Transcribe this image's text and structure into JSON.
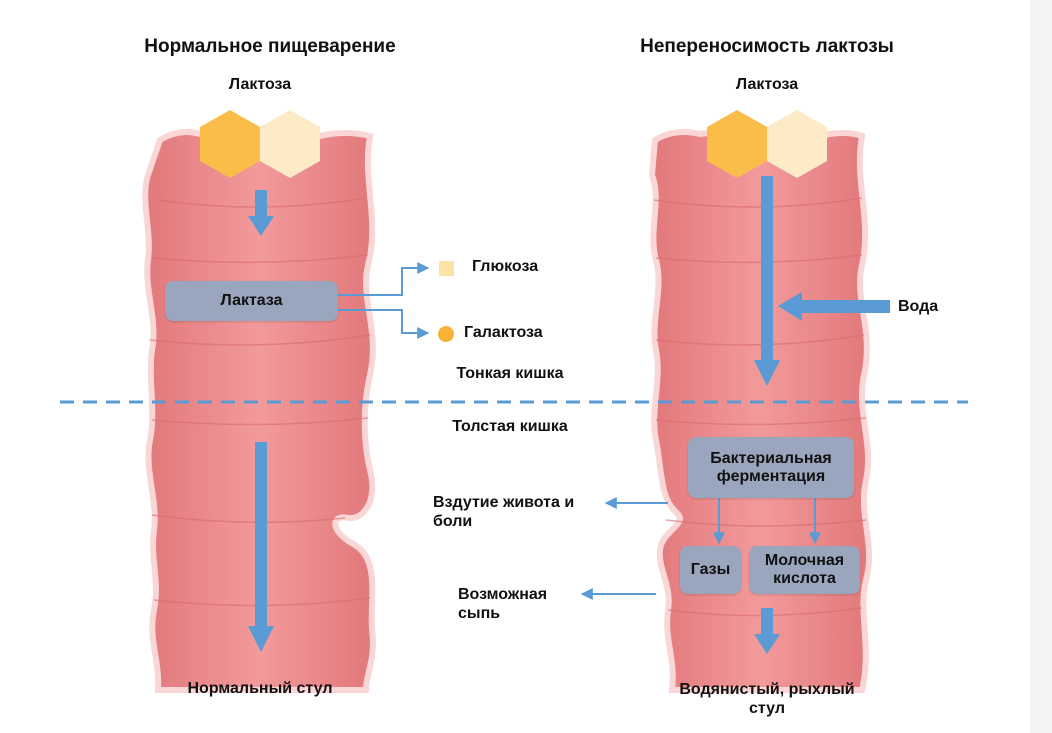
{
  "left": {
    "title": "Нормальное пищеварение",
    "lactose_label": "Лактоза",
    "enzyme_box": "Лактаза",
    "glucose_label": "Глюкоза",
    "galactose_label": "Галактоза",
    "outcome_label": "Нормальный стул"
  },
  "right": {
    "title": "Непереносимость лактозы",
    "lactose_label": "Лактоза",
    "water_label": "Вода",
    "fermentation_box": "Бактериальная ферментация",
    "gases_box": "Газы",
    "lactic_acid_box": "Молочная кислота",
    "bloating_label": "Вздутие живота и боли",
    "rash_label": "Возможная сыпь",
    "outcome_label": "Водянистый, рыхлый стул"
  },
  "sections": {
    "small_intestine": "Тонкая кишка",
    "large_intestine": "Толстая кишка"
  },
  "colors": {
    "intestine": "#ec8b8d",
    "intestine_outline": "#fbd6d6",
    "arrow": "#5b9bd5",
    "hex_dark": "#fbbd4a",
    "hex_light": "#fdebc8",
    "box": "#9aa6bd",
    "glucose_marker": "#fde2a6",
    "galactose_marker": "#f9b233"
  },
  "icons": {
    "lactose": "two-hexagons-icon",
    "glucose": "square-icon",
    "galactose": "circle-icon"
  }
}
